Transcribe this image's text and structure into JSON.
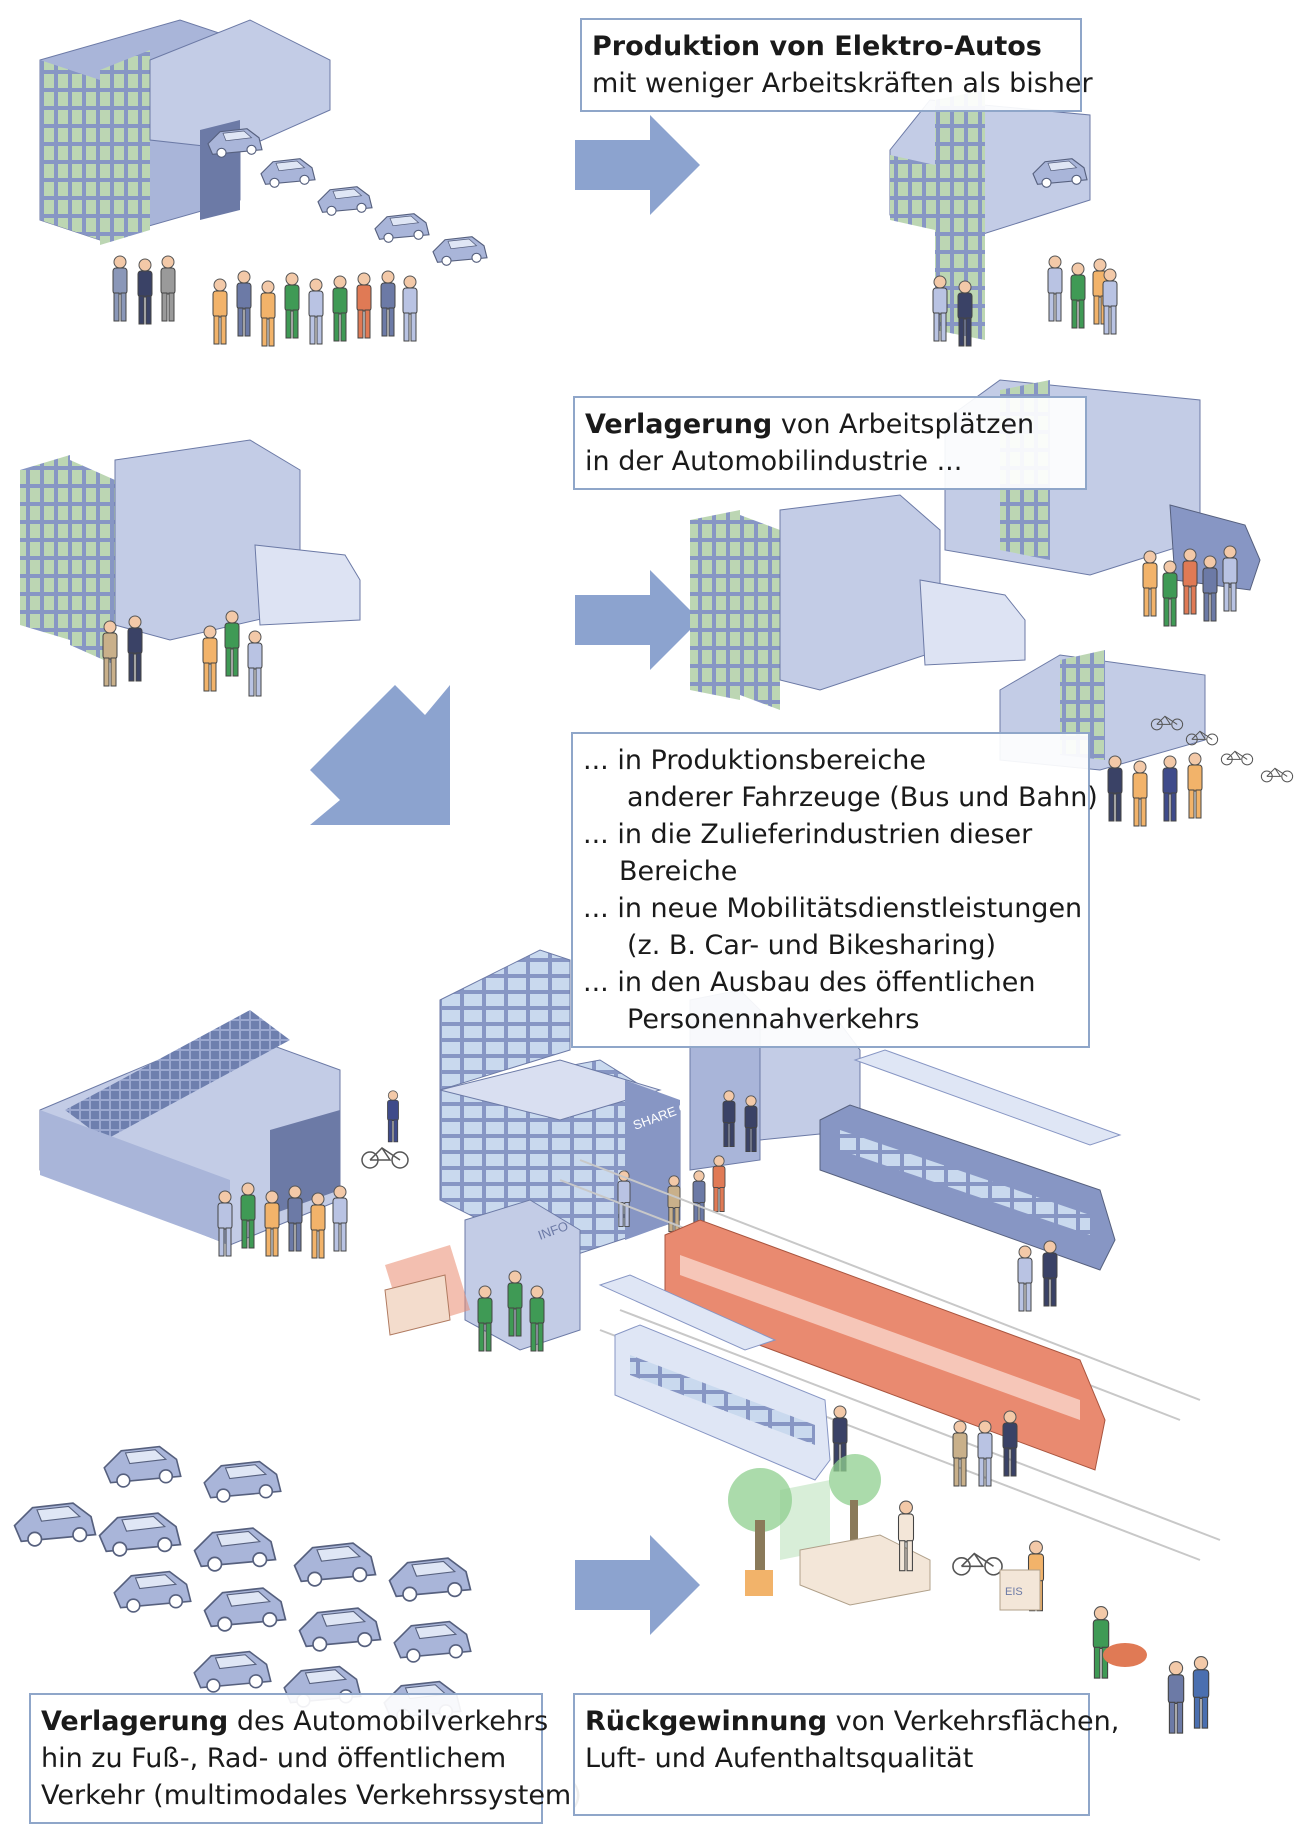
{
  "boxes": {
    "production": {
      "bold": "Produktion von Elektro-Autos",
      "line2": "mit weniger Arbeitskräften als bisher"
    },
    "shift_jobs": {
      "bold": "Verlagerung",
      "rest1": " von Arbeitsplätzen",
      "line2": "in der Automobilindustrie ..."
    },
    "list": {
      "l1": "... in Produktionsbereiche",
      "l2": "anderer Fahrzeuge (Bus und Bahn)",
      "l3": "... in die Zulieferindustrien dieser",
      "l4": "Bereiche",
      "l5": "... in neue Mobilitätsdienstleistungen",
      "l6": "(z. B. Car- und Bikesharing)",
      "l7": "... in den Ausbau des öffentlichen",
      "l8": "Personennahverkehrs"
    },
    "traffic": {
      "bold": "Verlagerung",
      "rest1": " des Automobilverkehrs",
      "line2": "hin zu Fuß-, Rad- und öffentlichem",
      "line3": "Verkehr (multimodales Verkehrssystem)"
    },
    "recovery": {
      "bold": "Rückgewinnung",
      "rest1": " von Verkehrsflächen,",
      "line2": "Luft- und Aufenthaltsqualität"
    }
  },
  "signs": {
    "share_center": "SHARE CENTER",
    "info": "INFO",
    "ice": "EIS"
  },
  "colors": {
    "building": "#a9b5d9",
    "building_dark": "#8796c4",
    "window": "#b9d4b0",
    "arrow": "#8ca3cf",
    "train": "#e98a70",
    "border": "#8fa6c9"
  }
}
